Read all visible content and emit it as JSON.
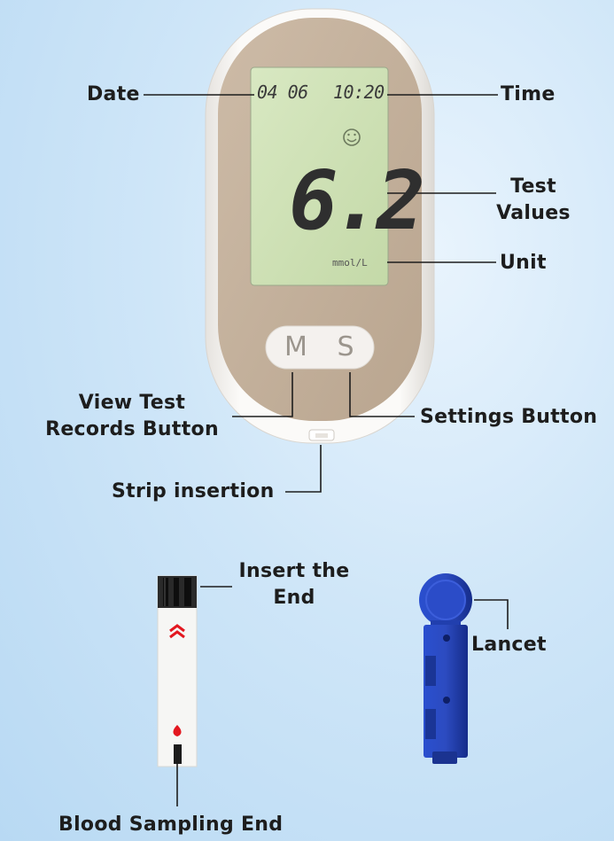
{
  "meter": {
    "date": "04 06",
    "time": "10:20",
    "value": "6.2",
    "unit": "mmol/L",
    "button_m": "M",
    "button_s": "S"
  },
  "labels": {
    "date": "Date",
    "time": "Time",
    "test_values": [
      "Test",
      "Values"
    ],
    "unit": "Unit",
    "view_records": [
      "View Test",
      "Records Button"
    ],
    "settings": "Settings Button",
    "strip_insertion": "Strip insertion",
    "insert_end": [
      "Insert the",
      "End"
    ],
    "lancet": "Lancet",
    "blood_sampling": "Blood Sampling End"
  },
  "colors": {
    "meter_face": "#c4b19d",
    "meter_shell": "#f7f5f2",
    "lcd": "#cfe2b3",
    "lancet_blue": "#1f3fb0",
    "strip_red": "#e3171f"
  },
  "icons": [
    "smiley-icon",
    "drop-icon",
    "chevron-up-icon"
  ]
}
